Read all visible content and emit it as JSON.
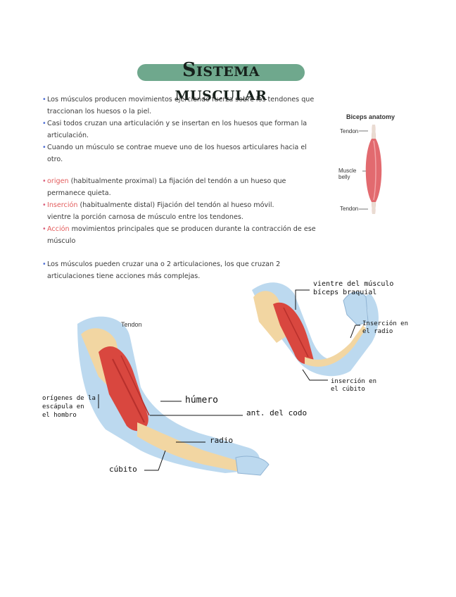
{
  "title": "Sistema muscular",
  "intro_bullets": [
    {
      "line1": "Los músculos producen movimientos ejerciendo fuerza sobre los tendones que",
      "line2": "traccionan los huesos o la piel."
    },
    {
      "line1": "Casi todos cruzan una articulación y se insertan en los huesos que forman la",
      "line2": "articulación."
    },
    {
      "line1": "Cuando un músculo se contrae mueve uno de los huesos articulares hacia el",
      "line2": "otro."
    }
  ],
  "definitions": {
    "origen": {
      "term": "origen",
      "line1": " (habitualmente proximal) La fijación del tendón a un hueso que",
      "line2": "permanece quieta."
    },
    "insercion": {
      "term": "Inserción",
      "line1": " (habitualmente distal) Fijación del tendón al hueso móvil.",
      "line2": "vientre la porción carnosa de músculo entre los tendones."
    },
    "accion": {
      "term": "Acción",
      "line1": " movimientos principales que se producen durante la contracción de ese",
      "line2": "músculo"
    }
  },
  "extra_bullet": {
    "line1": "Los músculos pueden cruzar una o 2 articulaciones, los que cruzan 2",
    "line2": "articulaciones tiene acciones más complejas."
  },
  "biceps_figure": {
    "title": "Biceps anatomy",
    "tendon_top": "Tendon",
    "belly_line1": "Muscle",
    "belly_line2": "belly",
    "tendon_bottom": "Tendon"
  },
  "arm_left": {
    "tendon": "Tendon",
    "origin_line1": "orígenes de la",
    "origin_line2": "escápula en",
    "origin_line3": "el hombro",
    "humero": "húmero",
    "codo": "ant. del codo",
    "radio": "radio",
    "cubito": "cúbito"
  },
  "arm_right": {
    "vientre_line1": "vientre del músculo",
    "vientre_line2": "bíceps braquial",
    "radio_line1": "Inserción en",
    "radio_line2": "el radio",
    "cubito_line1": "inserción en",
    "cubito_line2": "el cúbito"
  },
  "colors": {
    "title_pill": "#6fa88d",
    "bullet_blue": "#4f6fd4",
    "term_red": "#e35d5d",
    "muscle": "#d9473f",
    "skin": "#bcd9ef"
  }
}
